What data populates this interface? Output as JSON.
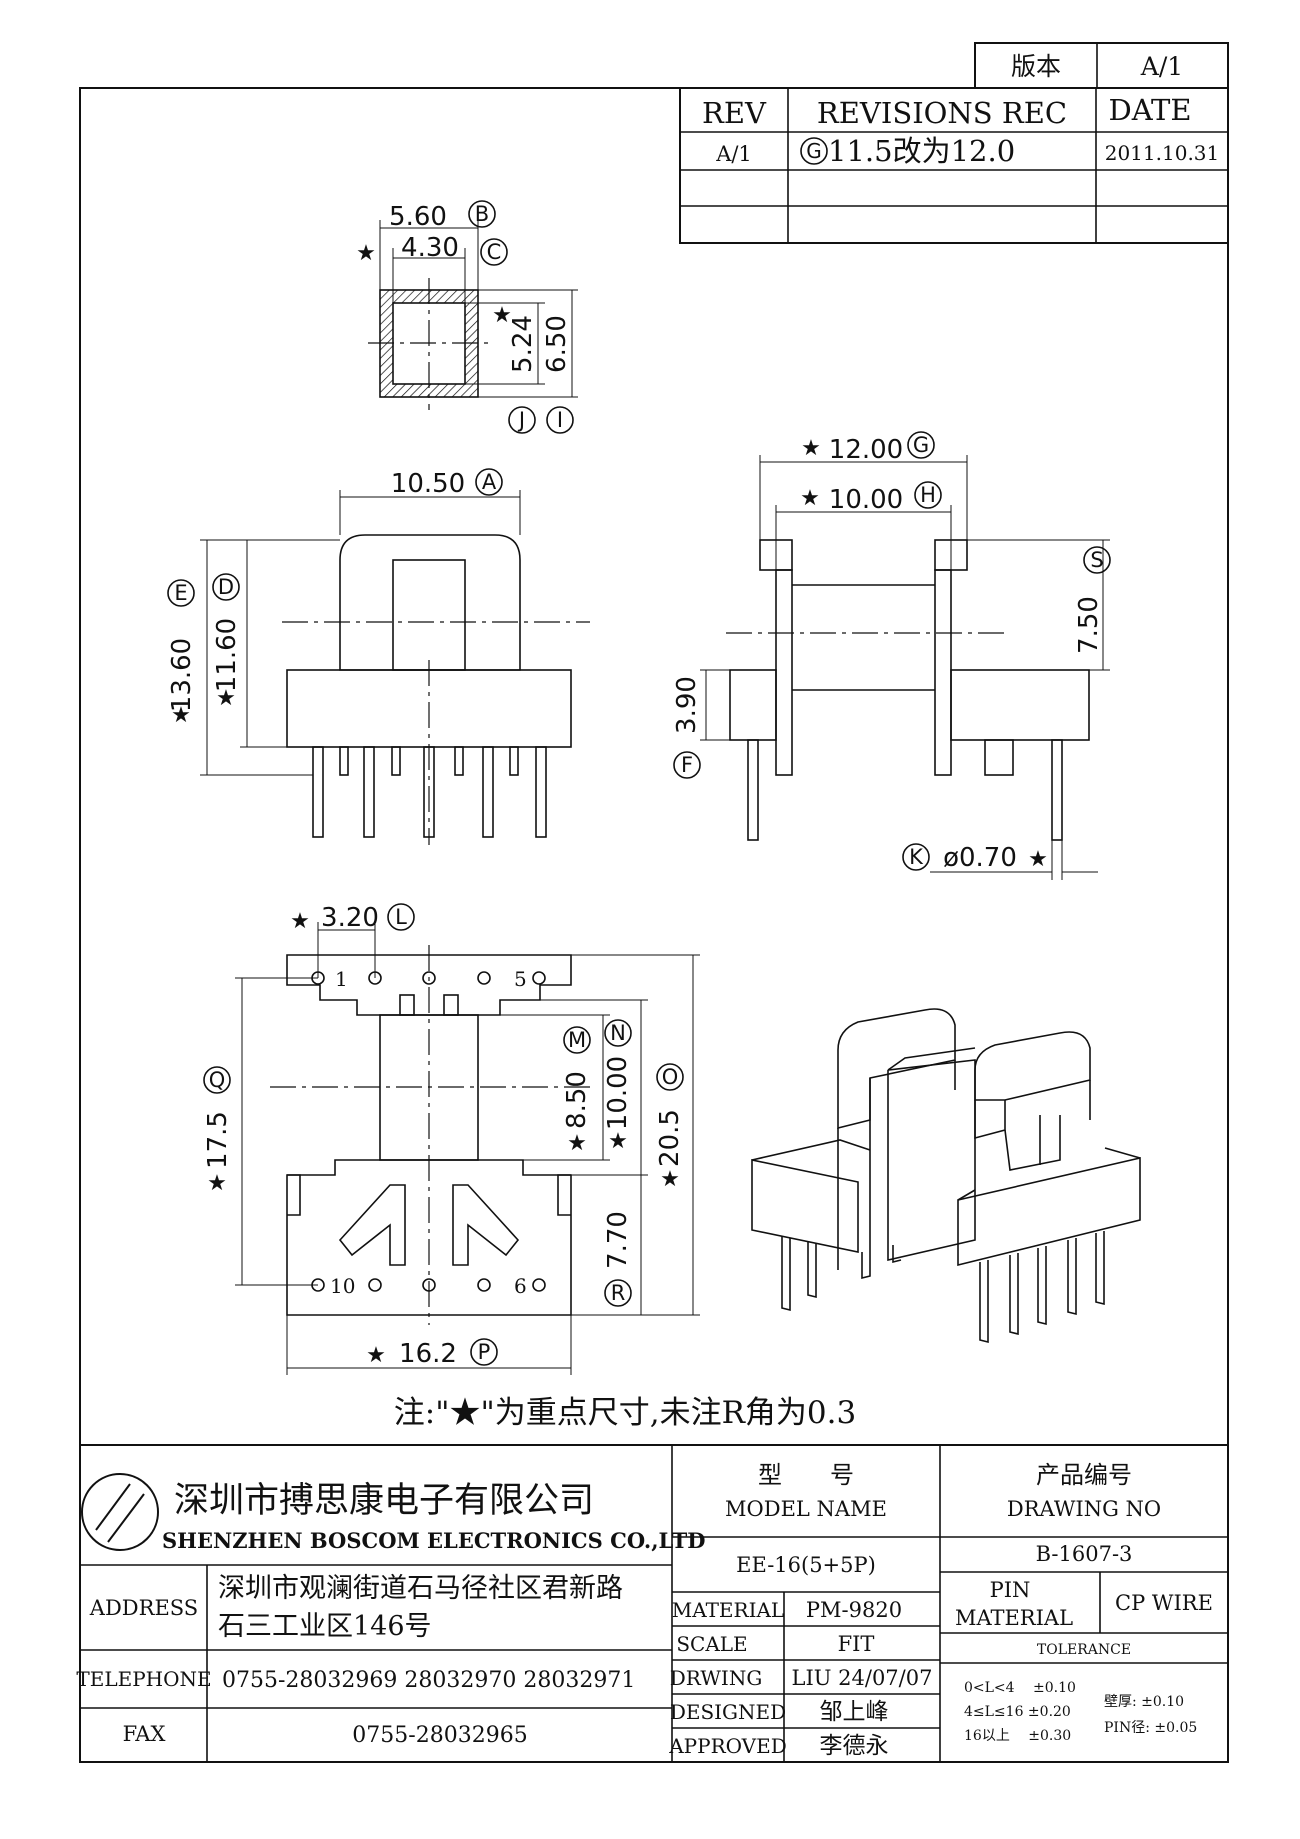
{
  "version_box": {
    "label": "版本",
    "value": "A/1"
  },
  "revisions": {
    "headers": [
      "REV",
      "REVISIONS REC",
      "DATE"
    ],
    "rows": [
      {
        "rev": "A/1",
        "mark": "G",
        "text": " 11.5改为12.0",
        "date": "2011.10.31"
      },
      {
        "rev": "",
        "mark": "",
        "text": "",
        "date": ""
      },
      {
        "rev": "",
        "mark": "",
        "text": "",
        "date": ""
      }
    ]
  },
  "drawing": {
    "top_view": {
      "dim_b": "5.60",
      "mark_b": "B",
      "dim_c": "4.30",
      "mark_c": "C",
      "dim_524": "5.24",
      "dim_650": "6.50",
      "mark_j": "J",
      "mark_i": "I"
    },
    "front_view": {
      "dim_a": "10.50",
      "mark_a": "A",
      "dim_e": "13.60",
      "mark_e": "E",
      "dim_d": "11.60",
      "mark_d": "D"
    },
    "side_view": {
      "dim_g": "12.00",
      "mark_g": "G",
      "dim_h": "10.00",
      "mark_h": "H",
      "dim_s": "7.50",
      "mark_s": "S",
      "dim_f": "3.90",
      "mark_f": "F",
      "dim_k": "ø0.70",
      "mark_k": "K"
    },
    "bottom_view": {
      "dim_l": "3.20",
      "mark_l": "L",
      "pin_1": "1",
      "pin_5": "5",
      "pin_10": "10",
      "pin_6": "6",
      "dim_q": "17.5",
      "mark_q": "Q",
      "dim_m": "8.50",
      "mark_m": "M",
      "dim_n": "10.00",
      "mark_n": "N",
      "dim_o": "20.5",
      "mark_o": "O",
      "dim_r": "7.70",
      "mark_r": "R",
      "dim_p": "16.2",
      "mark_p": "P"
    },
    "star": "★"
  },
  "note": "注:\"★\"为重点尺寸,未注R角为0.3",
  "title_block": {
    "company_cn": "深圳市搏思康电子有限公司",
    "company_en": "SHENZHEN BOSCOM ELECTRONICS CO.,LTD",
    "address_label": "ADDRESS",
    "address_line1": "深圳市观澜街道石马径社区君新路",
    "address_line2": "石三工业区146号",
    "telephone_label": "TELEPHONE",
    "telephone": "0755-28032969 28032970 28032971",
    "fax_label": "FAX",
    "fax": "0755-28032965",
    "model_label_cn": "型　　号",
    "model_label_en": "MODEL NAME",
    "model_value": "EE-16(5+5P)",
    "drawing_no_label_cn": "产品编号",
    "drawing_no_label_en": "DRAWING NO",
    "drawing_no_value": "B-1607-3",
    "material_label": "MATERIAL",
    "material_value": "PM-9820",
    "scale_label": "SCALE",
    "scale_value": "FIT",
    "drwing_label": "DRWING",
    "drwing_value": "LIU 24/07/07",
    "designed_label": "DESIGNED",
    "designed_value": "邹上峰",
    "approved_label": "APPROVED",
    "approved_value": "李德永",
    "pin_material_label_1": "PIN",
    "pin_material_label_2": "MATERIAL",
    "pin_material_value": "CP WIRE",
    "tolerance_label": "TOLERANCE",
    "tol_1": "0<L<4　 ±0.10",
    "tol_2": "4≤L≤16 ±0.20",
    "tol_3": "16以上　 ±0.30",
    "wall_tol": "壁厚:  ±0.10",
    "pin_tol": "PIN径: ±0.05"
  }
}
